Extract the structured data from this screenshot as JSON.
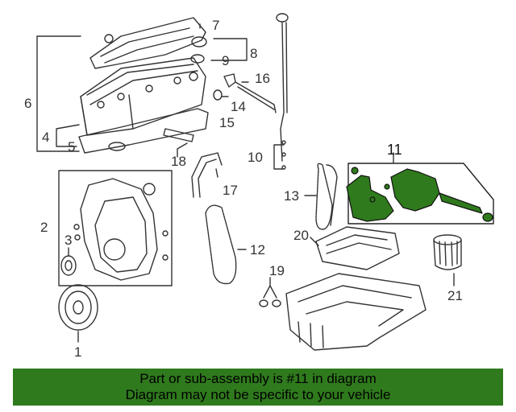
{
  "diagram": {
    "callouts": [
      "1",
      "2",
      "3",
      "4",
      "5",
      "6",
      "7",
      "8",
      "9",
      "10",
      "11",
      "12",
      "13",
      "14",
      "15",
      "16",
      "17",
      "18",
      "19",
      "20",
      "21"
    ],
    "highlight_part": "11",
    "highlight_color": "#2f7a1d",
    "line_color": "#333333"
  },
  "banner": {
    "line1": "Part or sub-assembly is #11 in diagram",
    "line2": "Diagram may not be specific to your vehicle",
    "background": "#2f7a1d"
  }
}
